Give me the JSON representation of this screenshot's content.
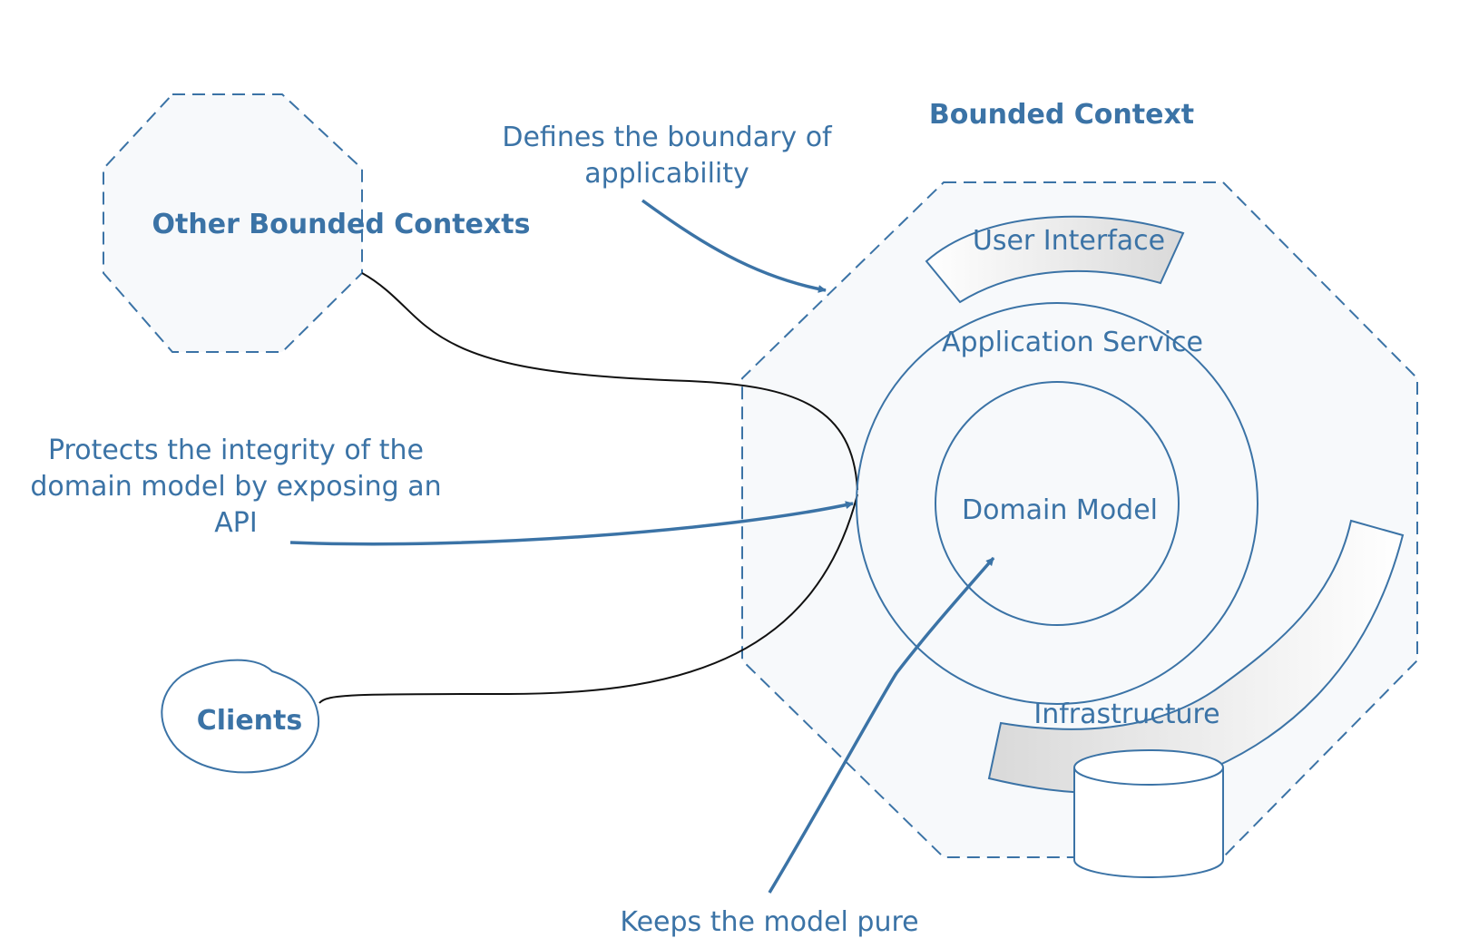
{
  "labels": {
    "other_contexts": "Other Bounded Contexts",
    "bounded_context": "Bounded Context",
    "defines_line1": "Defines the boundary of",
    "defines_line2": "applicability",
    "protects_line1": "Protects the integrity of the",
    "protects_line2": "domain model by exposing an",
    "protects_line3": "API",
    "clients": "Clients",
    "user_interface": "User Interface",
    "application_service": "Application Service",
    "domain_model": "Domain Model",
    "infrastructure": "Infrastructure",
    "keeps_pure": "Keeps the model pure"
  },
  "colors": {
    "primary": "#3b73a6",
    "context_fill": "#f7f9fb",
    "connector": "#111111",
    "band_gradient_start": "#ffffff",
    "band_gradient_end": "#d9d9d9"
  }
}
